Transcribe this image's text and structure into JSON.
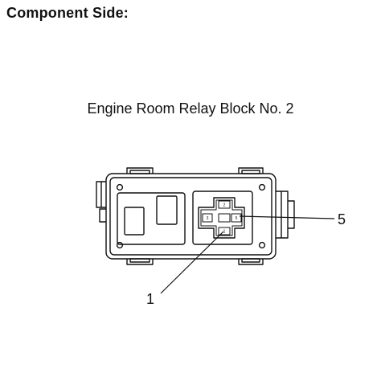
{
  "page": {
    "heading": "Component Side:",
    "caption": "Engine Room Relay Block No. 2"
  },
  "callouts": {
    "terminal_1": "1",
    "terminal_5": "5"
  },
  "connector_pins": {
    "top": "2",
    "left": "3",
    "right": "5",
    "bottom": "1"
  }
}
